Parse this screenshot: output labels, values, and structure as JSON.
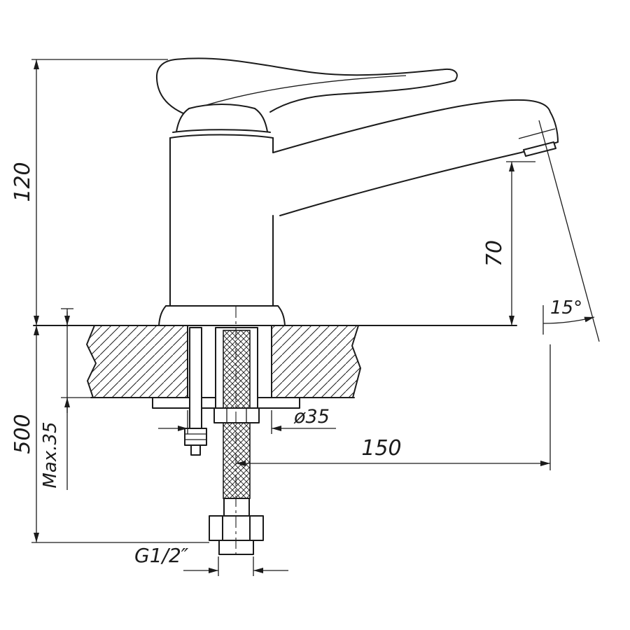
{
  "colors": {
    "background": "#ffffff",
    "line": "#1b1b1b"
  },
  "labels": {
    "height_above_deck": "120",
    "supply_length_below": "500",
    "max_deck_thickness": "Max.35",
    "spout_height": "70",
    "spout_angle": "15°",
    "hole_diameter": "ø35",
    "spout_reach": "150",
    "thread_size": "G1/2″"
  }
}
